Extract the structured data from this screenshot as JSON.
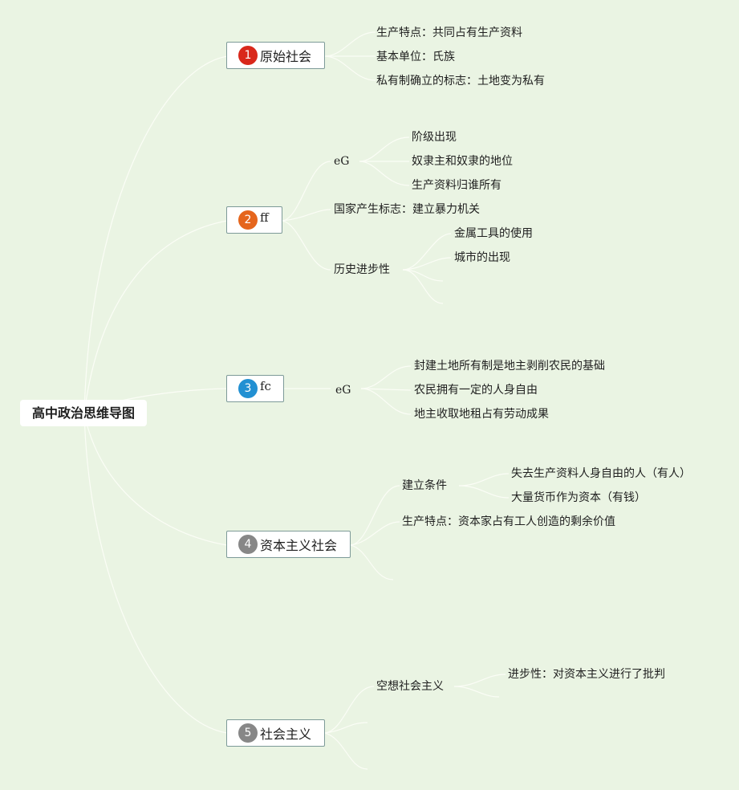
{
  "root": {
    "label": "高中政治思维导图"
  },
  "colors": {
    "background": "#eaf4e3",
    "badge1": "#d9281b",
    "badge2": "#e5651c",
    "badge3": "#2290d2",
    "badge4": "#878787",
    "badge5": "#878787"
  },
  "branches": [
    {
      "num": "1",
      "label": "原始社会",
      "children": [
        "生产特点：共同占有生产资料",
        "基本单位：氏族",
        "私有制确立的标志：土地变为私有"
      ]
    },
    {
      "num": "2",
      "label": "ff",
      "children": [
        {
          "label": "eG",
          "children": [
            "阶级出现",
            "奴隶主和奴隶的地位",
            "生产资料归谁所有"
          ]
        },
        {
          "label": "国家产生标志：建立暴力机关"
        },
        {
          "label": "历史进步性",
          "children": [
            "金属工具的使用",
            "城市的出现"
          ]
        }
      ]
    },
    {
      "num": "3",
      "label": "fc",
      "children": [
        {
          "label": "eG",
          "children": [
            "封建土地所有制是地主剥削农民的基础",
            "农民拥有一定的人身自由",
            "地主收取地租占有劳动成果"
          ]
        }
      ]
    },
    {
      "num": "4",
      "label": "资本主义社会",
      "children": [
        {
          "label": "建立条件",
          "children": [
            "失去生产资料人身自由的人（有人）",
            "大量货币作为资本（有钱）"
          ]
        },
        {
          "label": "生产特点：资本家占有工人创造的剩余价值"
        }
      ]
    },
    {
      "num": "5",
      "label": "社会主义",
      "children": [
        {
          "label": "空想社会主义",
          "children": [
            "进步性：对资本主义进行了批判"
          ]
        }
      ]
    }
  ]
}
